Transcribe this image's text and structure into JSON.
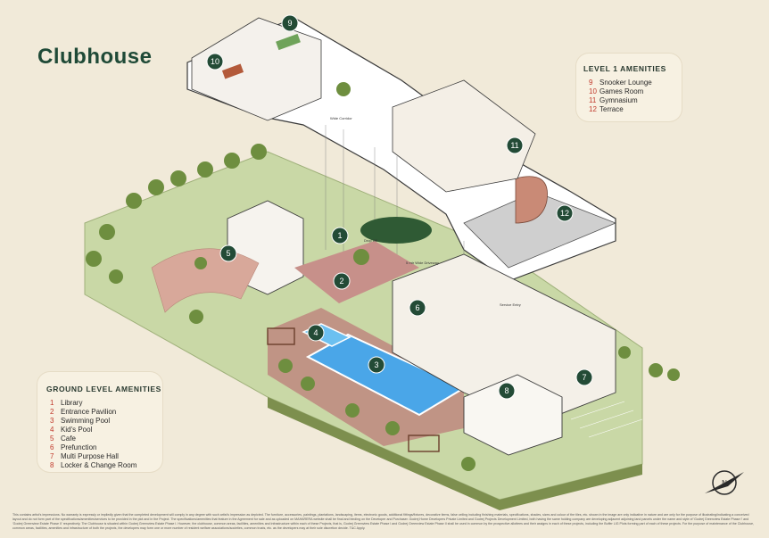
{
  "title": "Clubhouse",
  "level1": {
    "heading": "LEVEL 1 AMENITIES",
    "items": [
      {
        "num": "9",
        "name": "Snooker Lounge"
      },
      {
        "num": "10",
        "name": "Games Room"
      },
      {
        "num": "11",
        "name": "Gymnasium"
      },
      {
        "num": "12",
        "name": "Terrace"
      }
    ]
  },
  "ground": {
    "heading": "GROUND LEVEL AMENITIES",
    "items": [
      {
        "num": "1",
        "name": "Library"
      },
      {
        "num": "2",
        "name": "Entrance Pavilion"
      },
      {
        "num": "3",
        "name": "Swimming Pool"
      },
      {
        "num": "4",
        "name": "Kid's Pool"
      },
      {
        "num": "5",
        "name": "Cafe"
      },
      {
        "num": "6",
        "name": "Prefunction"
      },
      {
        "num": "7",
        "name": "Multi Purpose Hall"
      },
      {
        "num": "8",
        "name": "Locker & Change Room"
      }
    ]
  },
  "map_labels": {
    "drop_off": "Drop Off",
    "driveway": "5 mtr Wide Driveway",
    "service_entry": "Service Entry",
    "corridor": "Wide Corridor"
  },
  "markers": [
    "1",
    "2",
    "3",
    "4",
    "5",
    "6",
    "7",
    "8",
    "9",
    "10",
    "11",
    "12"
  ],
  "disclaimer": "This contains artist's impressions. No warranty is expressly or impliedly given that the completed development will comply in any degree with such artist's impression as depicted. The furniture, accessories, paintings, plantations, landscaping, items, electronic goods, additional fittings/fixtures, decorative items, false ceiling including finishing materials, specifications, shades, sizes and colour of the tiles, etc. shown in the image are only indicative in nature and are only for the purpose of illustrating/indicating a conceived layout and do not form part of the specifications/amenities/services to be provided in the plot and in the Project. The specifications/amenities that feature in the Agreement for sale and as uploaded on MAHARERA website shall be final and binding on the Developer and Purchaser. Godrej Home Developers Private Limited and Godrej Projects Development Limited, both having the same holding company are developing adjacent adjoining land parcels under the name and style of 'Godrej Greenview Estate Phase I' and 'Godrej Greenview Estate Phase II' respectively. The Clubhouse is situated within Godrej Greenview Estate Phase I. However, the clubhouse, common areas, facilities, amenities and infrastructure within each of these Projects, that is, Godrej Greenview Estate Phase I and Godrej Greenview Estate Phase II shall be used in common by the prospective allottees and their assigns in each of these projects, including the Buffer LIG Plots forming part of each of these projects. For the purpose of maintenance of the Clubhouse, common areas, facilities, amenities and infrastructure of both the projects, the developers may form one or more number of resident welfare associations/societies, common trusts, etc. as the developers may at their sole discretion decide. T&C Apply."
}
